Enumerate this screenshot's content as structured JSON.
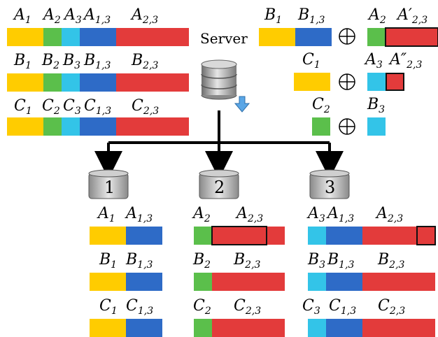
{
  "server_label": "Server",
  "colors": {
    "yellow": "#FFCC00",
    "green": "#5BBF4B",
    "cyan": "#33C4E8",
    "blue": "#2E6BC7",
    "red": "#E33B3B"
  },
  "rows_left": [
    {
      "labels": [
        "A",
        "1",
        "A",
        "2",
        "A",
        "3",
        "A",
        "1,3",
        "A",
        "2,3"
      ]
    },
    {
      "labels": [
        "B",
        "1",
        "B",
        "2",
        "B",
        "3",
        "B",
        "1,3",
        "B",
        "2,3"
      ]
    },
    {
      "labels": [
        "C",
        "1",
        "C",
        "2",
        "C",
        "3",
        "C",
        "1,3",
        "C",
        "2,3"
      ]
    }
  ],
  "right_top": {
    "r1": [
      "B",
      "1",
      "B",
      "1,3",
      "A",
      "2",
      "A′",
      "2,3"
    ],
    "r2": [
      "C",
      "1",
      "A",
      "3",
      "A″",
      "2,3"
    ],
    "r3": [
      "C",
      "2",
      "B",
      "3"
    ]
  },
  "nodes": [
    "1",
    "2",
    "3"
  ],
  "node1": [
    [
      "A",
      "1",
      "A",
      "1,3"
    ],
    [
      "B",
      "1",
      "B",
      "1,3"
    ],
    [
      "C",
      "1",
      "C",
      "1,3"
    ]
  ],
  "node2": [
    [
      "A",
      "2",
      "A",
      "2,3"
    ],
    [
      "B",
      "2",
      "B",
      "2,3"
    ],
    [
      "C",
      "2",
      "C",
      "2,3"
    ]
  ],
  "node3": [
    [
      "A",
      "3",
      "A",
      "1,3",
      "A",
      "2,3"
    ],
    [
      "B",
      "3",
      "B",
      "1,3",
      "B",
      "2,3"
    ],
    [
      "C",
      "3",
      "C",
      "1,3",
      "C",
      "2,3"
    ]
  ]
}
